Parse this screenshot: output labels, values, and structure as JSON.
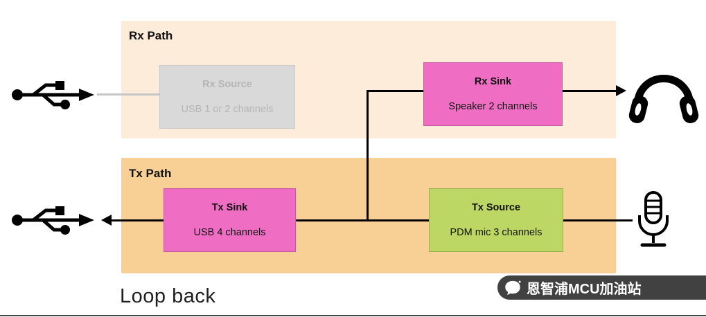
{
  "bands": {
    "rx": {
      "label": "Rx Path"
    },
    "tx": {
      "label": "Tx Path"
    }
  },
  "boxes": {
    "rx_source": {
      "title": "Rx Source",
      "subtitle": "USB 1 or 2 channels",
      "state": "disabled"
    },
    "rx_sink": {
      "title": "Rx Sink",
      "subtitle": "Speaker 2 channels",
      "state": "active"
    },
    "tx_sink": {
      "title": "Tx Sink",
      "subtitle": "USB 4 channels",
      "state": "active"
    },
    "tx_source": {
      "title": "Tx Source",
      "subtitle": "PDM mic 3 channels",
      "state": "active"
    }
  },
  "caption": "Loop back",
  "watermark": {
    "text": "恩智浦MCU加油站"
  },
  "icons": {
    "left_top": "usb-icon",
    "left_bottom": "usb-icon",
    "right_top": "headphones-icon",
    "right_bottom": "microphone-icon",
    "watermark": "chat-bubble-icon"
  },
  "colors": {
    "rx_band": "#fcecd9",
    "tx_band": "#f8d096",
    "disabled_box": "#d9d9d9",
    "disabled_text": "#b5b5b5",
    "pink_box": "#ef6ec3",
    "green_box": "#bdd765",
    "connector": "#000000",
    "disabled_connector": "#c6c6c6",
    "watermark_bg": "#414141"
  }
}
